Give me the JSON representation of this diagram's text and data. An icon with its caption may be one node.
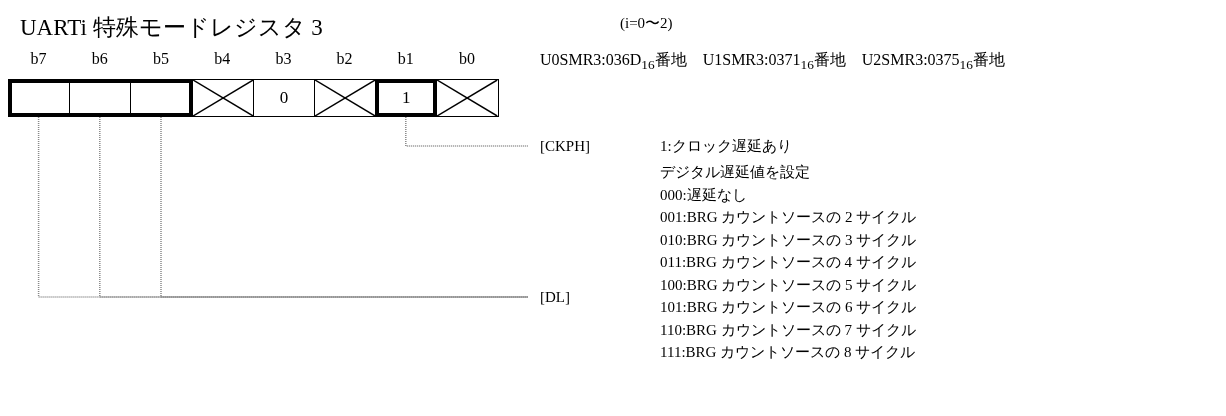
{
  "diagram": {
    "title": "UARTi 特殊モードレジスタ 3",
    "nodes": [
      {
        "text": [],
        "shape": "box"
      },
      {
        "text": [],
        "shape": "box"
      },
      {
        "text": [],
        "shape": "box"
      },
      {
        "text": [],
        "shape": "cross"
      },
      {
        "text": [
          "0"
        ]
      },
      {
        "text": [],
        "shape": "cross"
      },
      {
        "text": [
          "1"
        ]
      },
      {
        "text": [],
        "shape": "cross"
      },
      {
        "text": [
          "[CKPH]"
        ],
        "beside": [
          "1:クロック遅延あり"
        ]
      },
      {
        "text": [
          "[DL]"
        ],
        "beside": [
          "デジタル遅延値を設定",
          "000:遅延なし",
          "001:BRG カウントソースの 2 サイクル",
          "010:BRG カウントソースの 3 サイクル",
          "011:BRG カウントソースの 4 サイクル",
          "100:BRG カウントソースの 5 サイクル",
          "101:BRG カウントソースの 6 サイクル",
          "110:BRG カウントソースの 7 サイクル",
          "111:BRG カウントソースの 8 サイクル"
        ]
      }
    ],
    "edges": [
      {
        "from": 0,
        "to": 9,
        "arrow": "none"
      },
      {
        "from": 1,
        "to": 9,
        "arrow": "none"
      },
      {
        "from": 2,
        "to": 9,
        "arrow": "none"
      },
      {
        "from": 6,
        "to": 8,
        "arrow": "none"
      }
    ],
    "labels": [
      "(i=0〜2)",
      "b7",
      "b6",
      "b5",
      "b4",
      "b3",
      "b2",
      "b1",
      "b0",
      "U0SMR3:036D$_{16}$番地",
      "U1SMR3:0371$_{16}$番地",
      "U2SMR3:0375$_{16}$番地"
    ]
  }
}
